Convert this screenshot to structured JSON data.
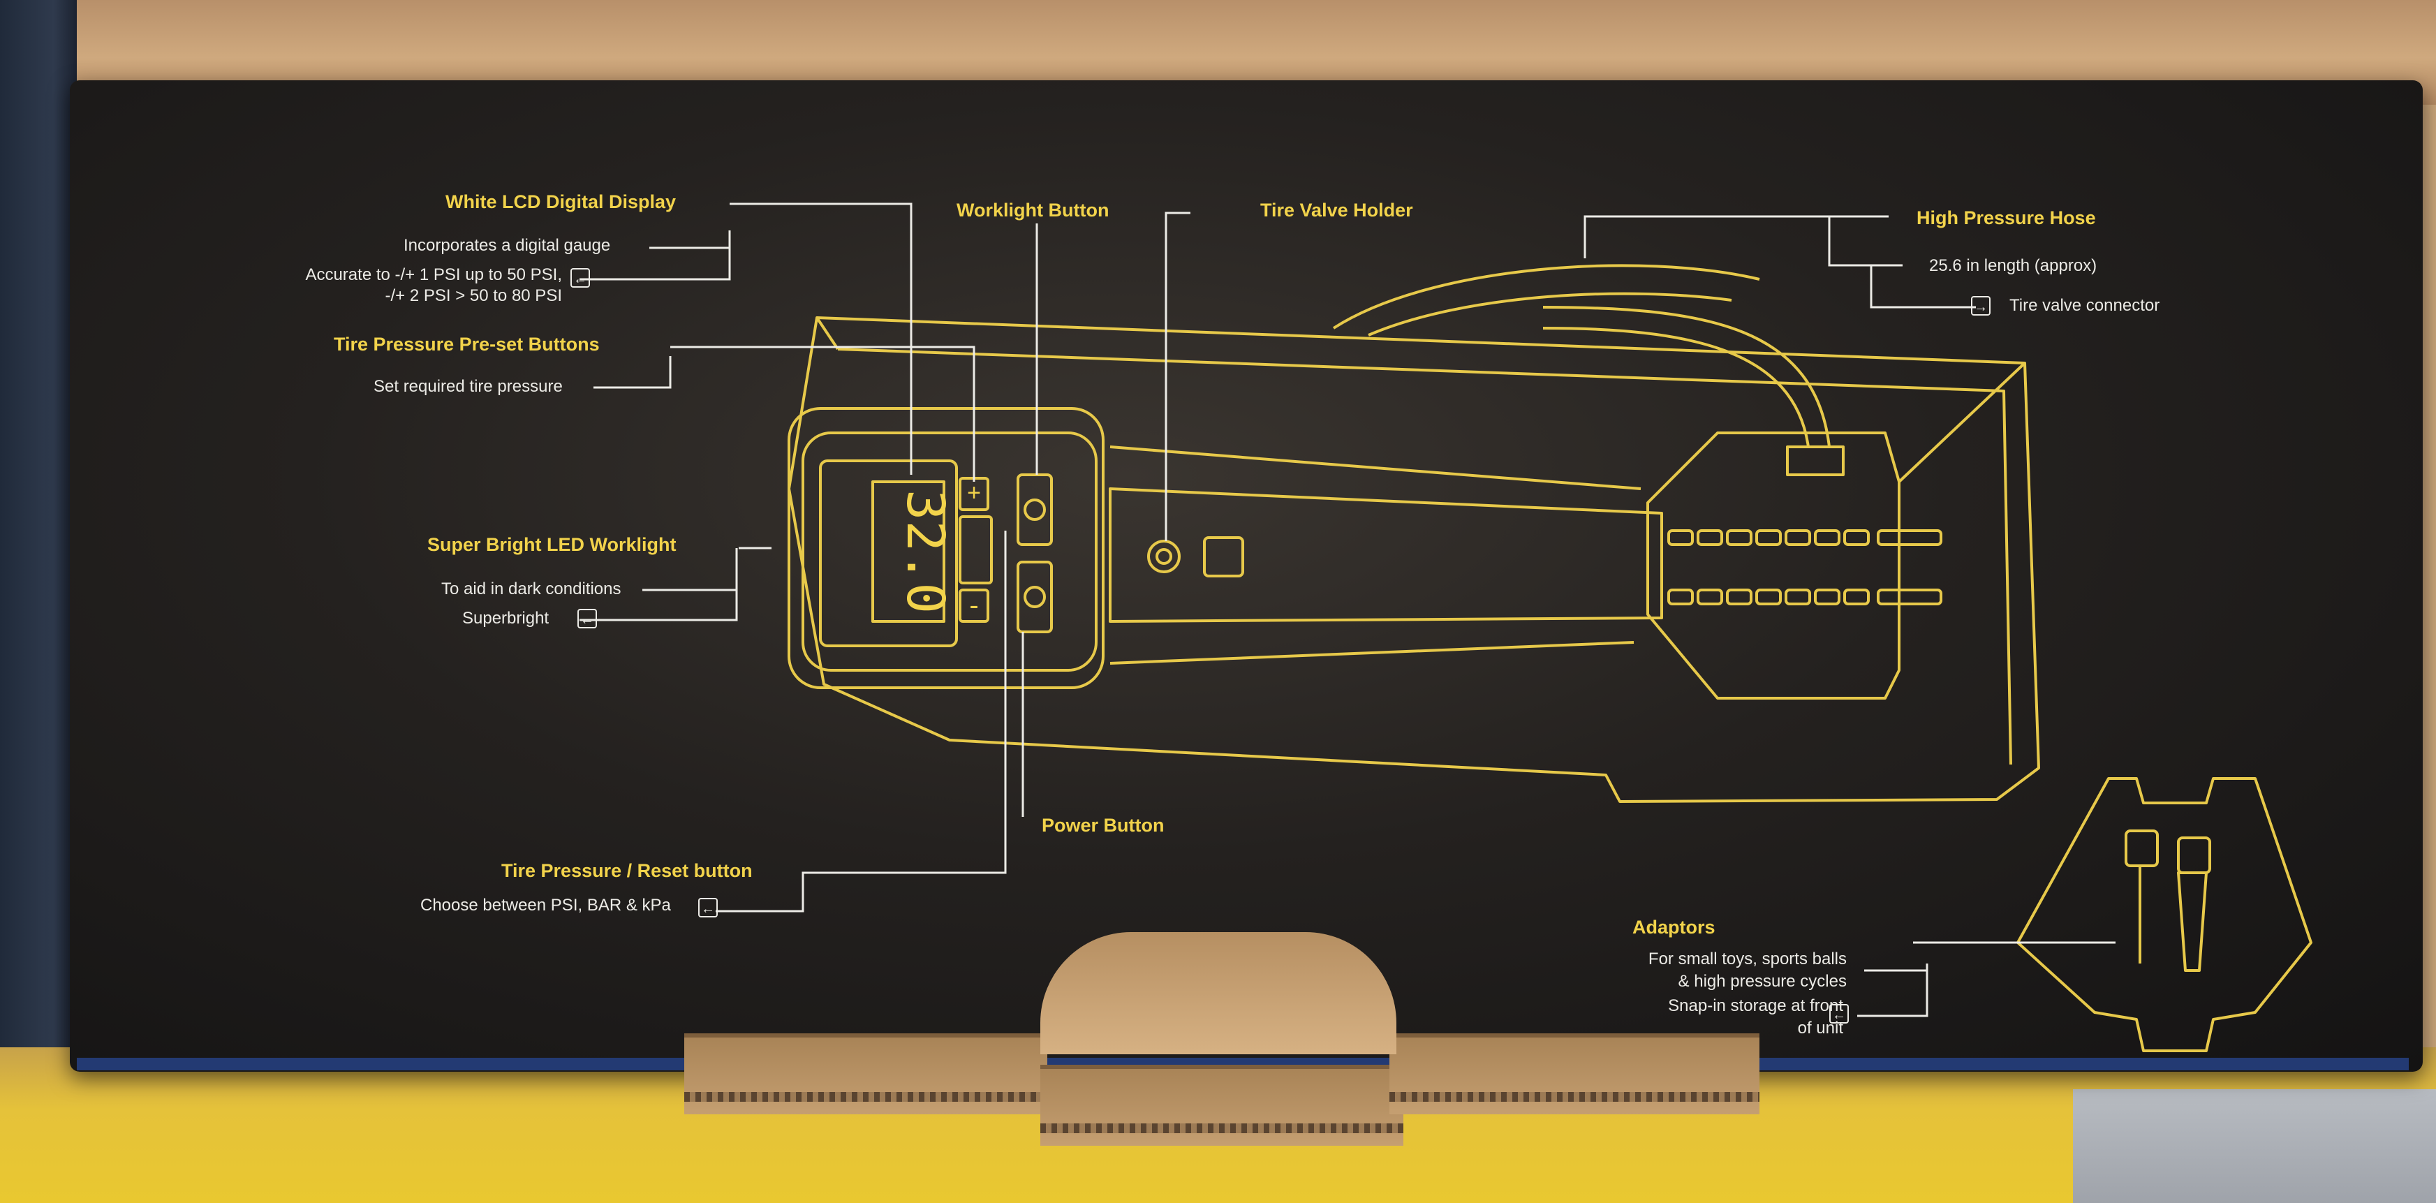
{
  "labels": {
    "lcd_title": "White LCD Digital Display",
    "lcd_sub1": "Incorporates a digital gauge",
    "lcd_sub2_line1": "Accurate to -/+ 1 PSI up to 50 PSI,",
    "lcd_sub2_line2": "-/+ 2 PSI > 50 to 80 PSI",
    "preset_title": "Tire Pressure Pre-set Buttons",
    "preset_sub": "Set required tire pressure",
    "led_title": "Super Bright LED Worklight",
    "led_sub1": "To aid in dark conditions",
    "led_sub2": "Superbright",
    "reset_title": "Tire Pressure / Reset button",
    "reset_sub": "Choose between PSI, BAR & kPa",
    "worklight_title": "Worklight Button",
    "valve_title": "Tire Valve Holder",
    "power_title": "Power Button",
    "hose_title": "High Pressure Hose",
    "hose_sub1": "25.6 in length (approx)",
    "hose_sub2": "Tire valve connector",
    "adaptors_title": "Adaptors",
    "adaptors_sub1_line1": "For small toys, sports balls",
    "adaptors_sub1_line2": "& high pressure cycles",
    "adaptors_sub2_line1": "Snap-in storage at front",
    "adaptors_sub2_line2": "of unit"
  },
  "display": {
    "reading": "32.0",
    "plus": "+",
    "minus": "-"
  },
  "colors": {
    "accent": "#f2d34b",
    "line": "#ecebe6",
    "panel": "#1c1a19",
    "cardboard": "#c9a57a",
    "floor": "#e9c830",
    "blue_edge": "#233a73"
  }
}
